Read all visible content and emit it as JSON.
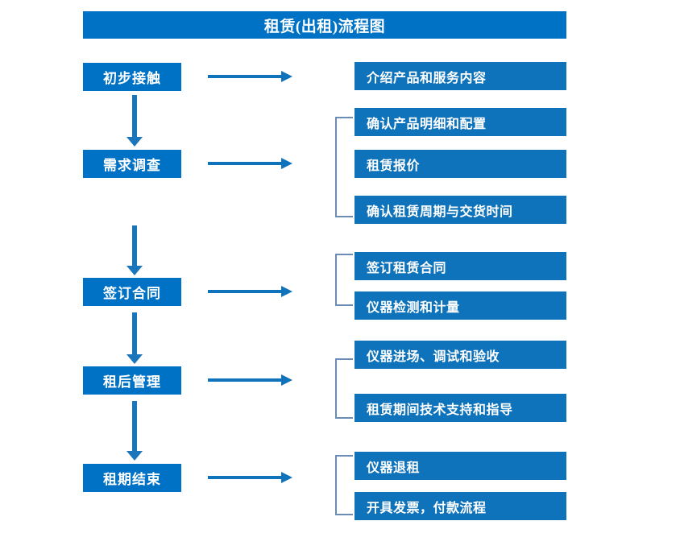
{
  "diagram": {
    "title": "租赁(出租)流程图",
    "colors": {
      "title_bar": "#0072c6",
      "stage_box": "#0072c6",
      "detail_box": "#0e73bb",
      "arrow": "#1b75bb",
      "bracket": "#6a8cb5",
      "text": "#ffffff",
      "background": "#ffffff"
    },
    "stages": [
      {
        "label": "初步接触"
      },
      {
        "label": "需求调查"
      },
      {
        "label": "签订合同"
      },
      {
        "label": "租后管理"
      },
      {
        "label": "租期结束"
      }
    ],
    "details": [
      {
        "label": "介绍产品和服务内容"
      },
      {
        "label": "确认产品明细和配置"
      },
      {
        "label": "租赁报价"
      },
      {
        "label": "确认租赁周期与交货时间"
      },
      {
        "label": "签订租赁合同"
      },
      {
        "label": "仪器检测和计量"
      },
      {
        "label": "仪器进场、调试和验收"
      },
      {
        "label": "租赁期间技术支持和指导"
      },
      {
        "label": "仪器退租"
      },
      {
        "label": "开具发票，付款流程"
      }
    ]
  }
}
